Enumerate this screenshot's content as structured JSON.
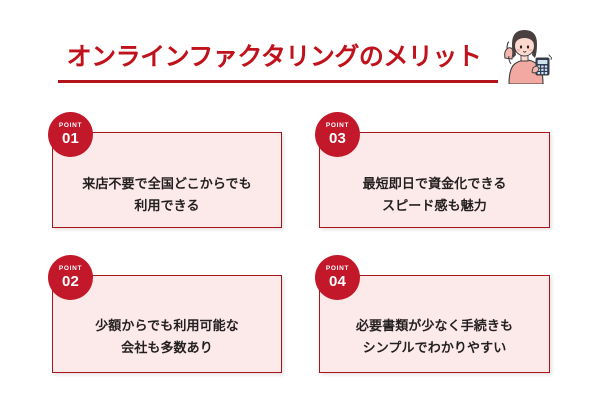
{
  "header": {
    "title": "オンラインファクタリングのメリット",
    "illustration_name": "woman-with-calculator-illustration",
    "accent_color": "#c0121b",
    "rule_color": "#b3131b"
  },
  "cards": [
    {
      "badge_label": "POINT",
      "badge_number": "01",
      "line1": "来店不要で全国どこからでも",
      "line2": "利用できる"
    },
    {
      "badge_label": "POINT",
      "badge_number": "02",
      "line1": "少額からでも利用可能な",
      "line2": "会社も多数あり"
    },
    {
      "badge_label": "POINT",
      "badge_number": "03",
      "line1": "最短即日で資金化できる",
      "line2": "スピード感も魅力"
    },
    {
      "badge_label": "POINT",
      "badge_number": "04",
      "line1": "必要書類が少なく手続きも",
      "line2": "シンプルでわかりやすい"
    }
  ],
  "colors": {
    "card_fill": "#fce9ea",
    "card_border": "#a8161b",
    "badge_fill": "#c2182a",
    "body_text": "#231f20",
    "page_background": "#ffffff"
  }
}
